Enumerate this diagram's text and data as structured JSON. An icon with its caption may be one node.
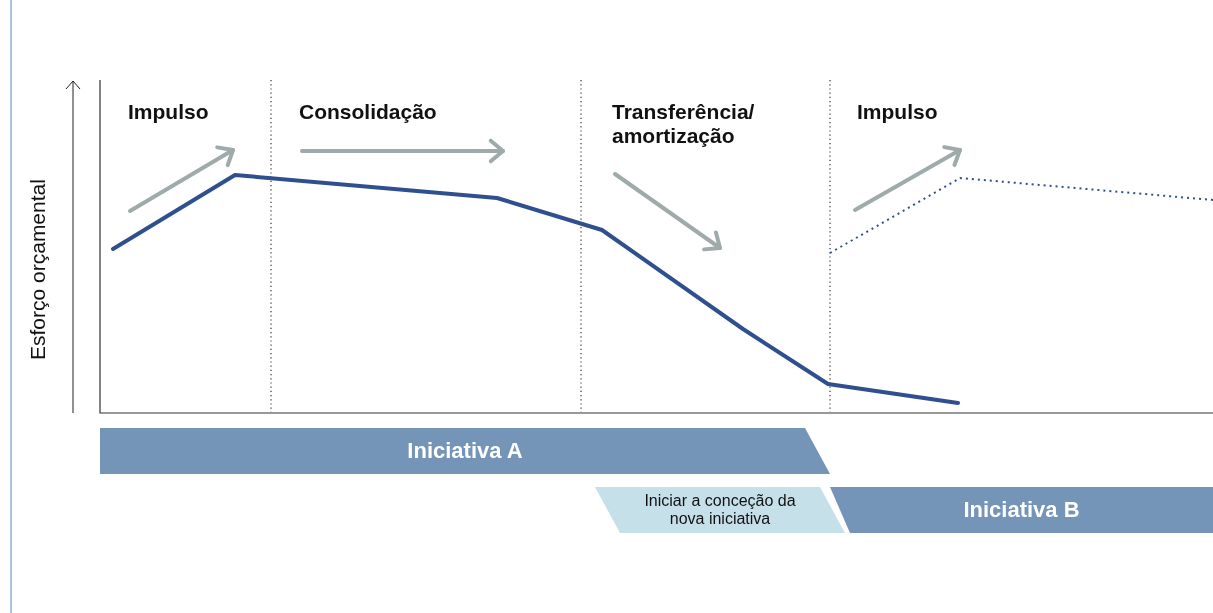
{
  "diagram": {
    "nodes": [
      {
        "text": [
          "Iniciativa A"
        ]
      },
      {
        "text": [
          "Iniciar a conceção da nova iniciativa"
        ]
      },
      {
        "text": [
          "Iniciativa B"
        ]
      }
    ],
    "labels": [
      "Esforço orçamental",
      "Impulso",
      "Consolidação",
      "Transferência/ amortização",
      "Impulso"
    ]
  }
}
